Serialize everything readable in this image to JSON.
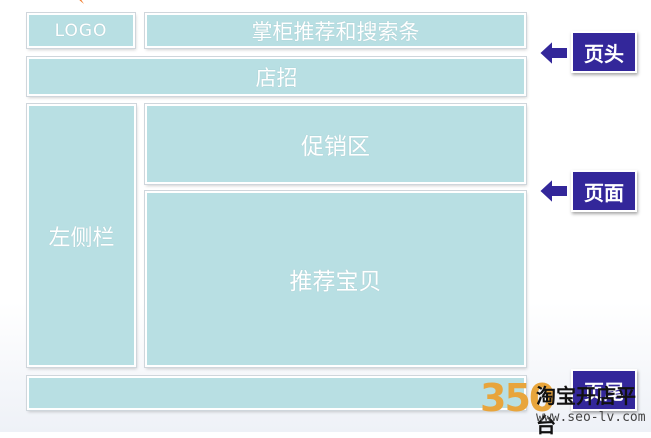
{
  "layout": {
    "logo": "LOGO",
    "header_bar": "掌柜推荐和搜索条",
    "shop_sign": "店招",
    "left_sidebar": "左侧栏",
    "promo_area": "促销区",
    "recommended": "推荐宝贝"
  },
  "tags": {
    "header": "页头",
    "body": "页面",
    "footer": "页尾"
  },
  "watermark": {
    "number": "350",
    "title": "淘宝开店平台",
    "url": "www.seo-lv.com"
  },
  "colors": {
    "block_fill": "#b8dfe3",
    "tag_fill": "#33279a",
    "accent": "#f07a2a"
  }
}
